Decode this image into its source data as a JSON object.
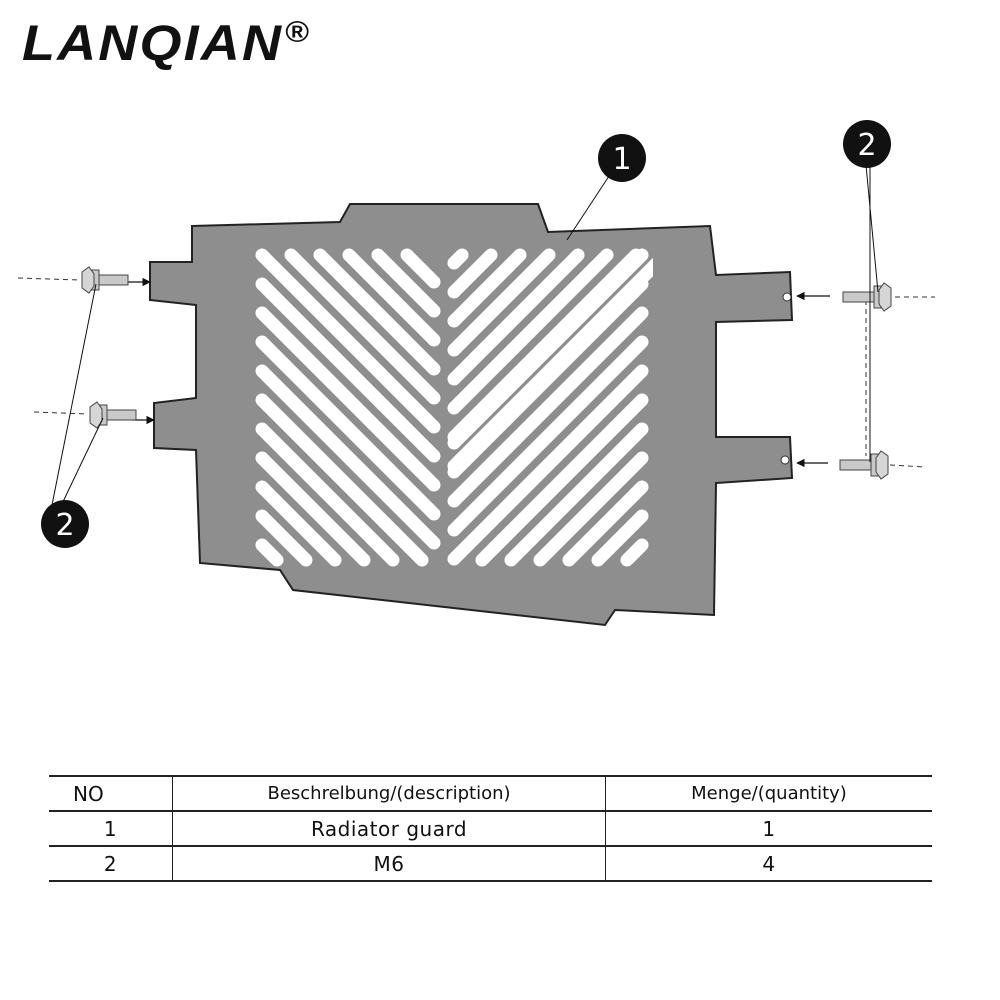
{
  "brand": {
    "name": "LANQIAN",
    "mark": "®"
  },
  "callouts": {
    "guard": "1",
    "bolt_right": "2",
    "bolt_left": "2"
  },
  "table": {
    "headers": [
      "NO",
      "Beschrelbung/(description)",
      "Menge/(quantity)"
    ],
    "rows": [
      {
        "no": "1",
        "description": "Radiator guard",
        "quantity": "1"
      },
      {
        "no": "2",
        "description": "M6",
        "quantity": "4"
      }
    ]
  },
  "colors": {
    "plate": "#8e8e8e",
    "slot": "#ffffff",
    "outline": "#222222",
    "bolt": "#c9c9c9",
    "callout_bg": "#111111"
  }
}
